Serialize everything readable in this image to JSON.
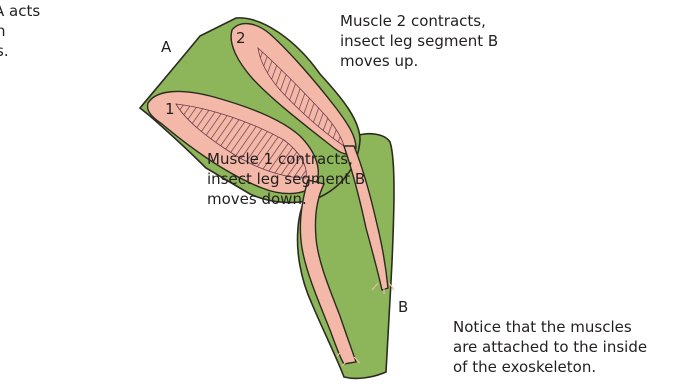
{
  "annotations": {
    "clipped_top_left": [
      "A acts",
      "h",
      "s."
    ],
    "label_a": "A",
    "label_b": "B",
    "muscle_2": [
      "Muscle 2 contracts,",
      "insect leg segment B",
      "moves up."
    ],
    "muscle_1": [
      "Muscle 1 contracts,",
      "insect leg segment B",
      "moves down."
    ],
    "notice": [
      "Notice that the muscles",
      "are attached to the inside",
      "of the exoskeleton."
    ]
  },
  "muscle_numbers": [
    "1",
    "2"
  ],
  "colors": {
    "exoskeleton": "#8db65a",
    "exoskeleton_outline": "#2b2b20",
    "muscle": "#f3b8a7",
    "muscle_stripes": "#6b3a4a",
    "text": "#231f20"
  }
}
